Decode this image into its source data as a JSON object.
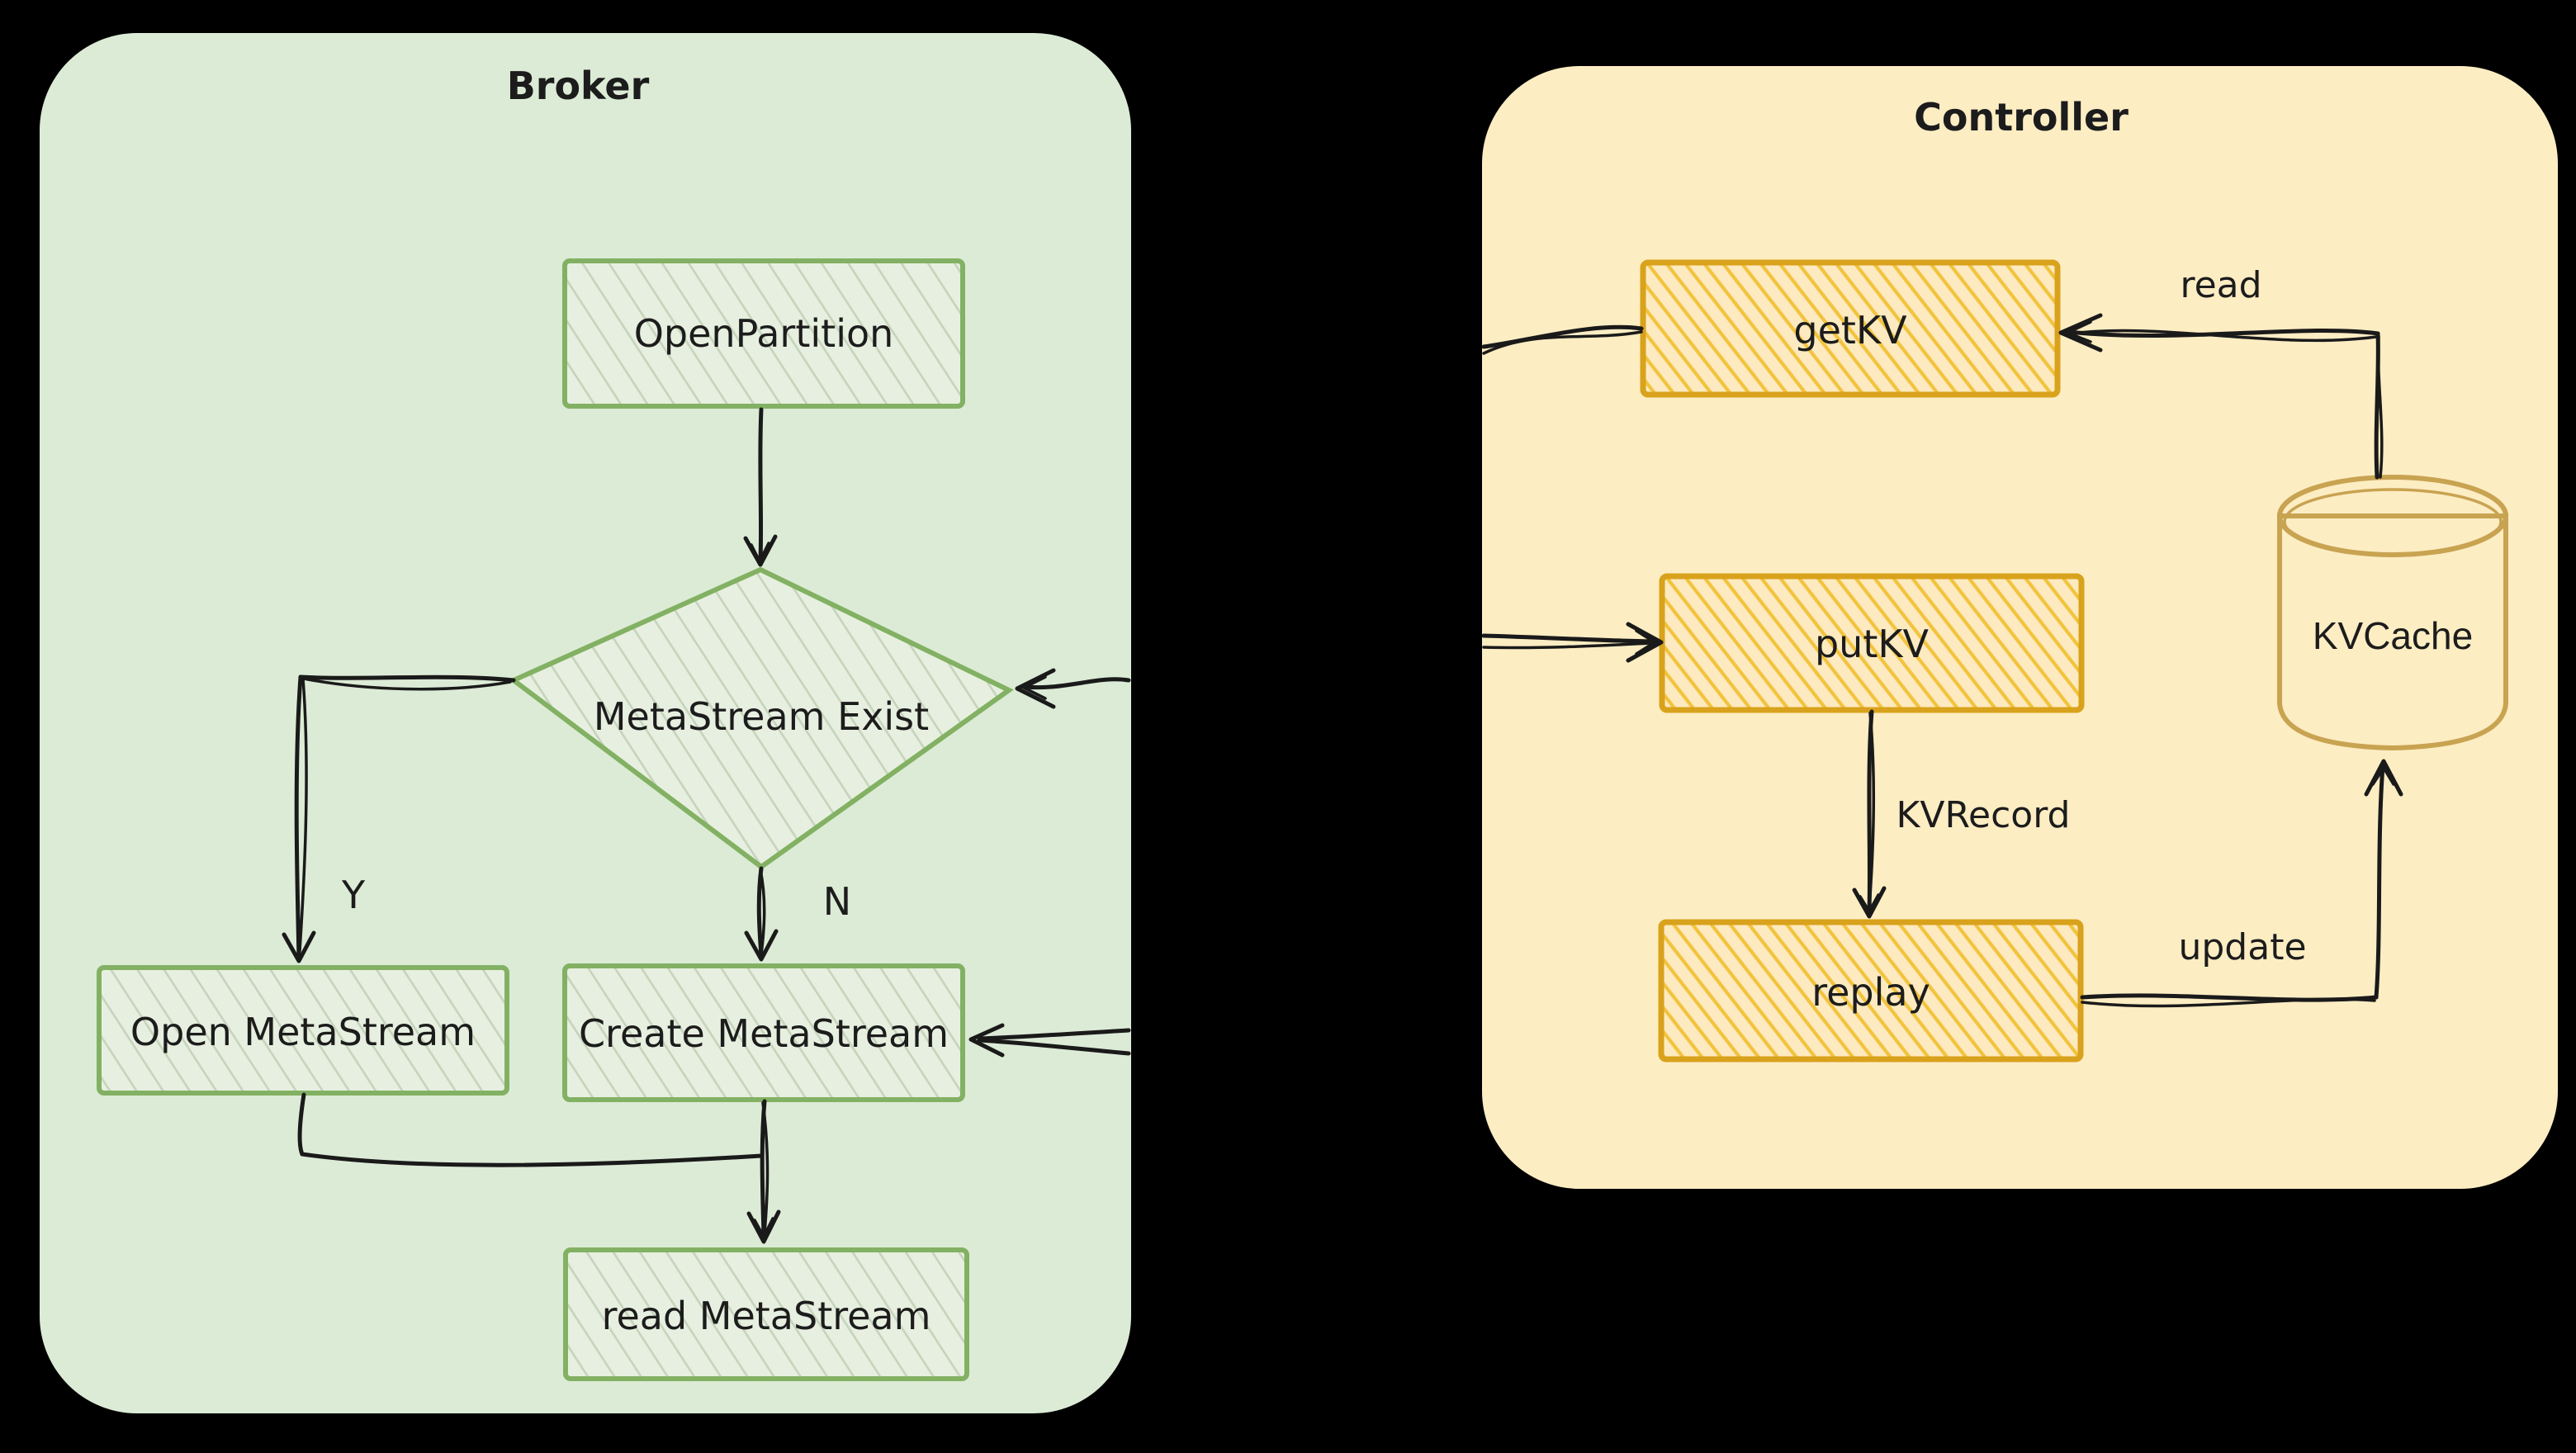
{
  "canvas": {
    "background": "#000000",
    "text_color": "#1c1c1c",
    "arrow_color": "#1a1a1a"
  },
  "broker": {
    "title": "Broker",
    "colors": {
      "container_fill": "#dcebd6",
      "node_fill": "#e7f0e0",
      "node_hatch": "#c6d3bb",
      "node_stroke": "#83b163"
    },
    "nodes": {
      "open_partition": "OpenPartition",
      "metastream_exist": "MetaStream Exist",
      "open_metastream": "Open MetaStream",
      "create_metastream": "Create MetaStream",
      "read_metastream": "read MetaStream"
    },
    "branch_labels": {
      "yes": "Y",
      "no": "N"
    }
  },
  "controller": {
    "title": "Controller",
    "colors": {
      "container_fill": "#fdedc3",
      "node_fill": "#fdeac0",
      "node_hatch": "#f2c33c",
      "node_stroke": "#d9a21c",
      "cylinder_stroke": "#c8a351",
      "cylinder_fill": "#faeecb",
      "cylinder_hatch": "#f2e2b4"
    },
    "nodes": {
      "get_kv": "getKV",
      "put_kv": "putKV",
      "replay": "replay",
      "kv_cache": "KVCache"
    },
    "edge_labels": {
      "read": "read",
      "kv_record": "KVRecord",
      "update": "update"
    }
  }
}
